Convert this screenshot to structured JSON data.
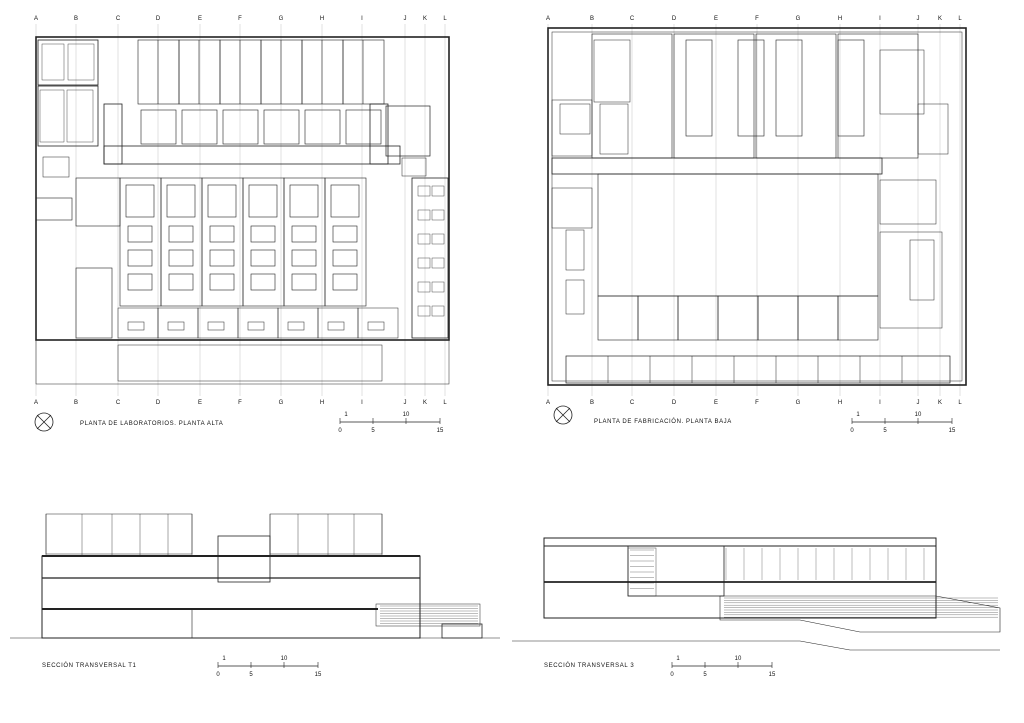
{
  "sheet": {
    "plan_upper": {
      "title": "PLANTA DE LABORATORIOS. PLANTA ALTA",
      "axes": [
        "A",
        "B",
        "C",
        "D",
        "E",
        "F",
        "G",
        "H",
        "I",
        "J",
        "K",
        "L"
      ]
    },
    "plan_ground": {
      "title": "PLANTA DE FABRICACIÓN. PLANTA BAJA",
      "axes": [
        "A",
        "B",
        "C",
        "D",
        "E",
        "F",
        "G",
        "H",
        "I",
        "J",
        "K",
        "L"
      ]
    },
    "section_t1": {
      "title": "SECCIÓN TRANSVERSAL T1"
    },
    "section_3": {
      "title": "SECCIÓN TRANSVERSAL 3"
    },
    "scale_bar": {
      "top_labels": [
        "1",
        "10"
      ],
      "bottom_labels": [
        "0",
        "5",
        "15"
      ]
    }
  }
}
